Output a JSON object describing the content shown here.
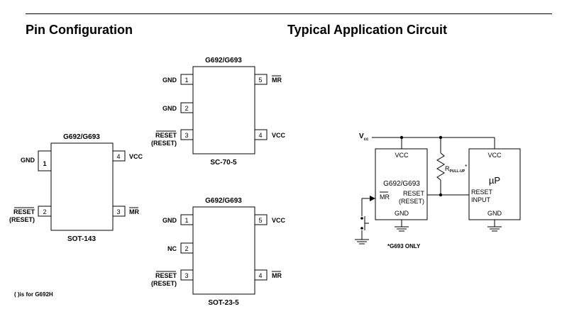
{
  "headings": {
    "pin_configuration": "Pin Configuration",
    "typical_application": "Typical Application Circuit"
  },
  "sc70": {
    "part": "G692/G693",
    "package": "SC-70-5",
    "pins": [
      {
        "num": "1",
        "name": "GND"
      },
      {
        "num": "2",
        "name": "GND"
      },
      {
        "num": "3",
        "name": "RESET",
        "alt": "(RESET)"
      },
      {
        "num": "4",
        "name": "VCC"
      },
      {
        "num": "5",
        "name": "MR"
      }
    ]
  },
  "sot143": {
    "part": "G692/G693",
    "package": "SOT-143",
    "pins": [
      {
        "num": "1",
        "name": "GND"
      },
      {
        "num": "2",
        "name": "RESET",
        "alt": "(RESET)"
      },
      {
        "num": "3",
        "name": "MR"
      },
      {
        "num": "4",
        "name": "VCC"
      }
    ]
  },
  "sot23": {
    "part": "G692/G693",
    "package": "SOT-23-5",
    "pins": [
      {
        "num": "1",
        "name": "GND"
      },
      {
        "num": "2",
        "name": "NC"
      },
      {
        "num": "3",
        "name": "RESET",
        "alt": "(RESET)"
      },
      {
        "num": "4",
        "name": "MR"
      },
      {
        "num": "5",
        "name": "VCC"
      }
    ]
  },
  "footnote": "( )is for G692H",
  "circuit": {
    "vcc_main": "V",
    "vcc_sub": "cc",
    "ic": {
      "name": "G692/G693",
      "vcc": "VCC",
      "gnd": "GND",
      "mr": "MR",
      "reset": "RESET",
      "reset_alt": "(RESET)"
    },
    "resistor": {
      "main": "R",
      "sub": "PULL-UP",
      "mark": "*"
    },
    "up": {
      "name": "µP",
      "vcc": "VCC",
      "gnd": "GND",
      "reset_input_1": "RESET",
      "reset_input_2": "INPUT"
    },
    "note": "*G693 ONLY"
  }
}
